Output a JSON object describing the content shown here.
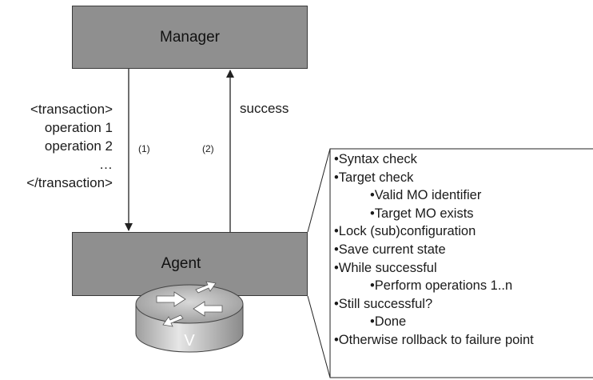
{
  "manager_label": "Manager",
  "agent_label": "Agent",
  "router_label": "V",
  "transaction_lines": [
    "<transaction>",
    "operation 1",
    "operation 2",
    "…",
    "</transaction>"
  ],
  "arrow_down_label": "(1)",
  "arrow_up_label": "(2)",
  "response_label": "success",
  "checklist": [
    {
      "text": "•Syntax check",
      "level": 1
    },
    {
      "text": "•Target check",
      "level": 1
    },
    {
      "text": "•Valid MO identifier",
      "level": 2
    },
    {
      "text": "•Target MO exists",
      "level": 2
    },
    {
      "text": "•Lock (sub)configuration",
      "level": 1
    },
    {
      "text": "•Save current state",
      "level": 1
    },
    {
      "text": "•While successful",
      "level": 1
    },
    {
      "text": "•Perform operations 1..n",
      "level": 2
    },
    {
      "text": "•Still successful?",
      "level": 1
    },
    {
      "text": "•Done",
      "level": 2
    },
    {
      "text": "•Otherwise rollback to failure point",
      "level": 1
    }
  ]
}
